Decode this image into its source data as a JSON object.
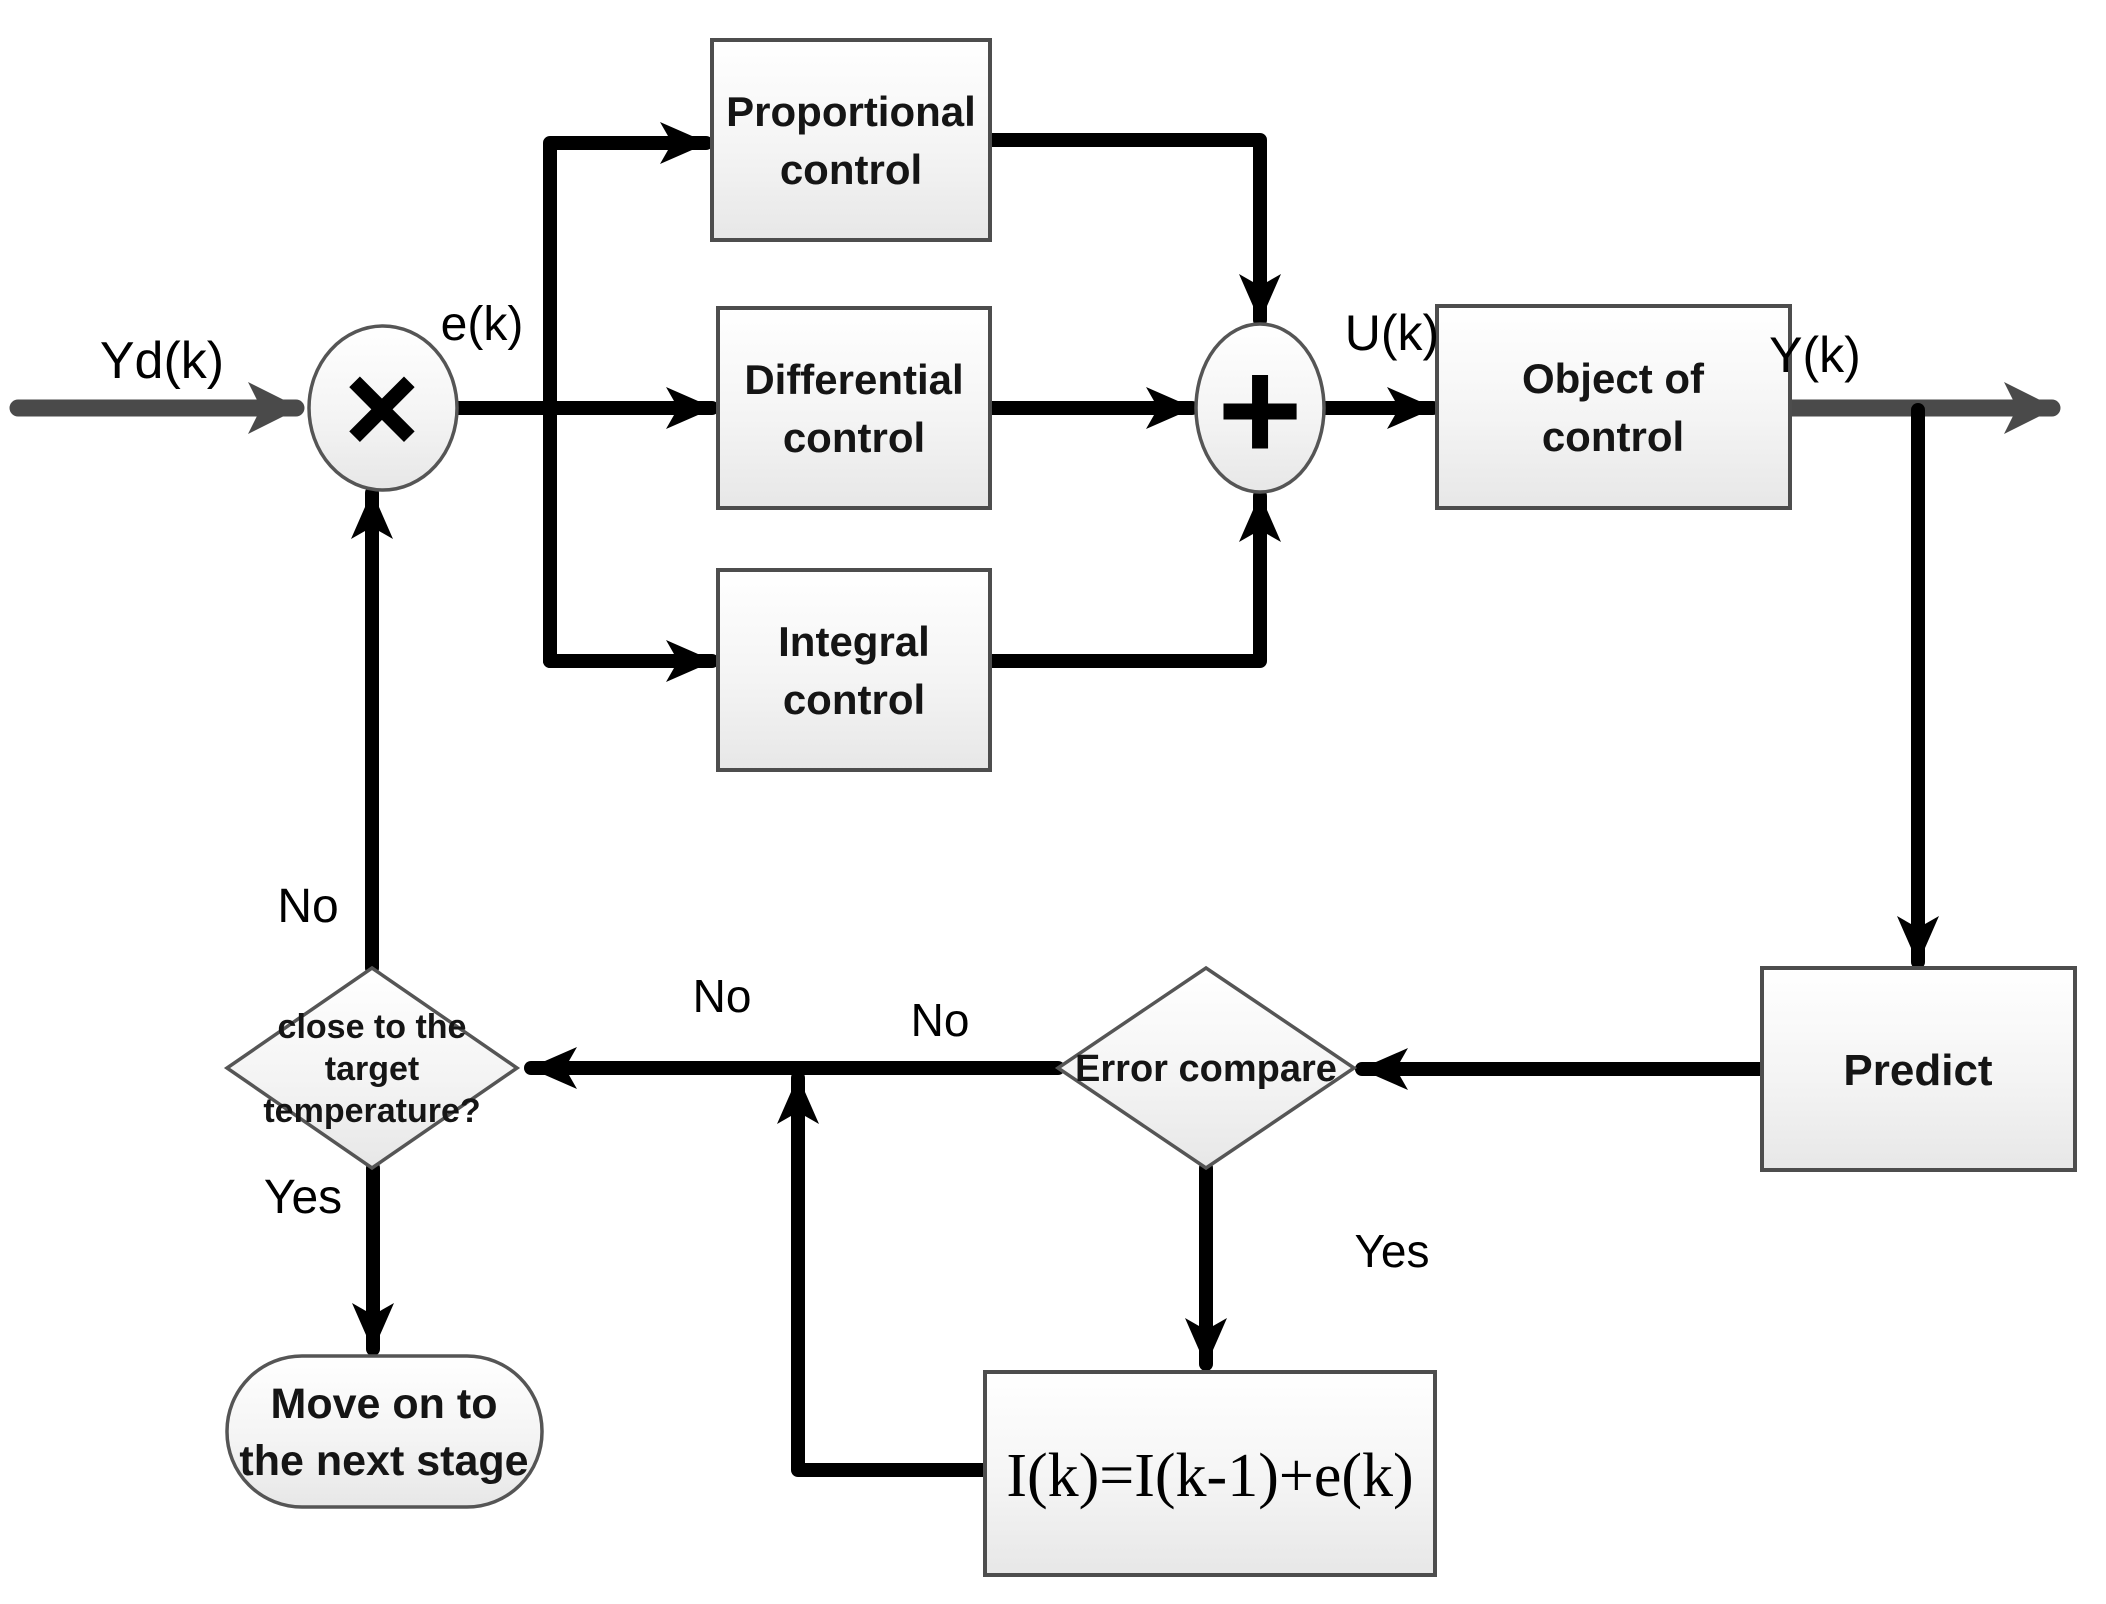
{
  "diagram": {
    "type": "flowchart",
    "description": "Predictive PID temperature control loop block diagram",
    "colors": {
      "flow_line": "#000000",
      "io_arrow": "#4a4a4a",
      "shape_border": "#4d4d4d",
      "shape_fill_top": "#ffffff",
      "shape_fill_bottom": "#e7e7e7",
      "text": "#151515"
    },
    "nodes": {
      "multiply_junction": {
        "symbol": "×"
      },
      "sum_junction": {
        "symbol": "+"
      },
      "proportional_control": {
        "line1": "Proportional",
        "line2": "control"
      },
      "differential_control": {
        "line1": "Differential",
        "line2": "control"
      },
      "integral_control": {
        "line1": "Integral",
        "line2": "control"
      },
      "object_of_control": {
        "line1": "Object of",
        "line2": "control"
      },
      "predict": {
        "label": "Predict"
      },
      "error_compare": {
        "label": "Error compare"
      },
      "close_to_target": {
        "line1": "close to the",
        "line2": "target",
        "line3": "temperature?"
      },
      "integral_update": {
        "equation": "I(k)=I(k-1)+e(k)"
      },
      "move_on": {
        "line1": "Move on to",
        "line2": "the next stage"
      }
    },
    "signal_labels": {
      "input": "Yd(k)",
      "error": "e(k)",
      "control": "U(k)",
      "output": "Y(k)"
    },
    "branch_labels": {
      "no_feedback": "No",
      "yes_feedback": "Yes",
      "no_junction": "No",
      "no_compare": "No",
      "yes_compare": "Yes"
    }
  }
}
